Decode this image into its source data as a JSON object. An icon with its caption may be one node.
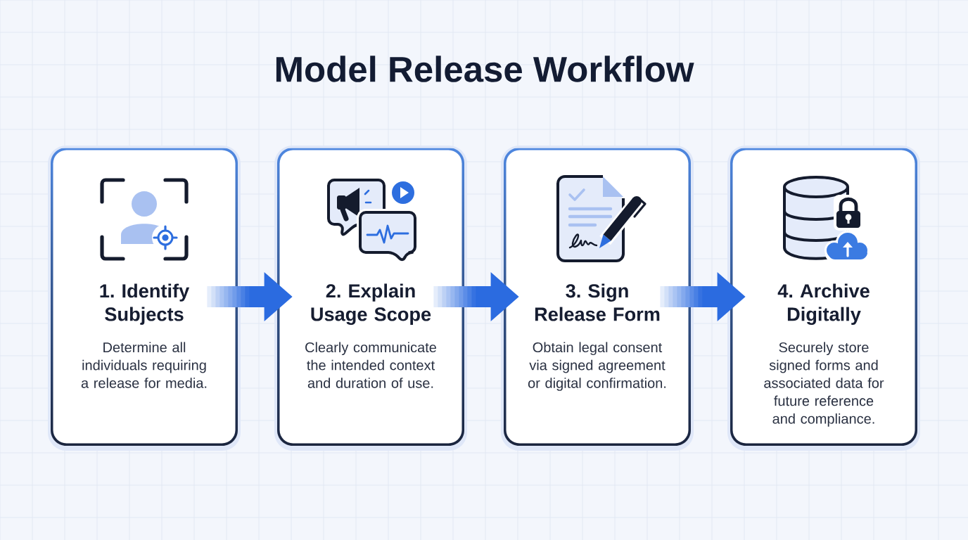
{
  "diagram": {
    "title": "Model Release Workflow",
    "nodes": [
      {
        "text": [
          "1. Identify Subjects",
          "Determine all individuals requiring a release for media."
        ]
      },
      {
        "text": [
          "2. Explain Usage Scope",
          "Clearly communicate the intended context and duration of use."
        ]
      },
      {
        "text": [
          "3. Sign Release Form",
          "Obtain legal consent via signed agreement or digital confirmation."
        ]
      },
      {
        "text": [
          "4. Archive Digitally",
          "Securely store signed forms and associated data for future reference and compliance."
        ]
      }
    ],
    "edges": [
      {
        "from": 0,
        "to": 1,
        "arrow": "to"
      },
      {
        "from": 1,
        "to": 2,
        "arrow": "to"
      },
      {
        "from": 2,
        "to": 3,
        "arrow": "to"
      }
    ]
  }
}
